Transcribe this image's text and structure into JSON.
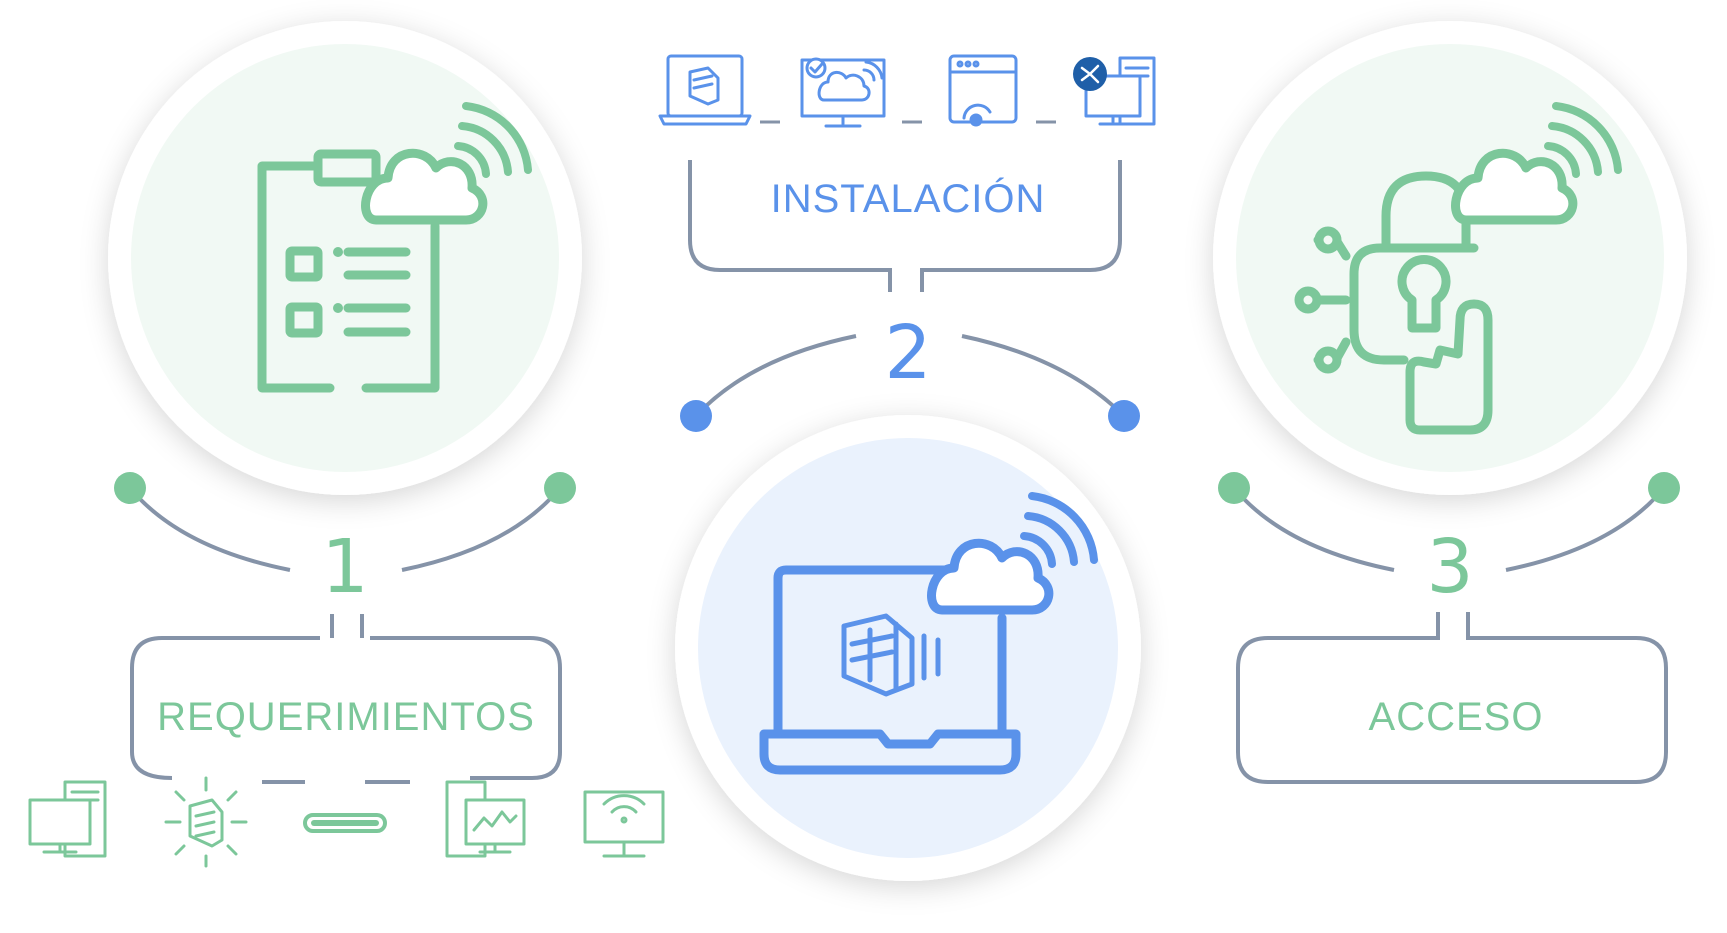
{
  "colors": {
    "green": "#7cc79a",
    "green_fill": "#f1f9f4",
    "blue": "#5a92ea",
    "blue_fill": "#eaf2fd",
    "line": "#8593a8",
    "white": "#ffffff"
  },
  "steps": [
    {
      "number": "1",
      "label": "REQUERIMIENTOS",
      "icon": "checklist-cloud-icon",
      "color": "green"
    },
    {
      "number": "2",
      "label": "INSTALACIÓN",
      "icon": "laptop-cloud-icon",
      "color": "blue"
    },
    {
      "number": "3",
      "label": "ACCESO",
      "icon": "lock-cloud-icon",
      "color": "green"
    }
  ],
  "requirement_icons": [
    "desktop-tower-icon",
    "server-network-icon",
    "usb-cable-icon",
    "monitor-chart-icon",
    "wifi-monitor-icon"
  ],
  "installation_icons": [
    "laptop-app-icon",
    "monitor-cloud-check-icon",
    "browser-pointer-icon",
    "remote-desktop-icon"
  ]
}
